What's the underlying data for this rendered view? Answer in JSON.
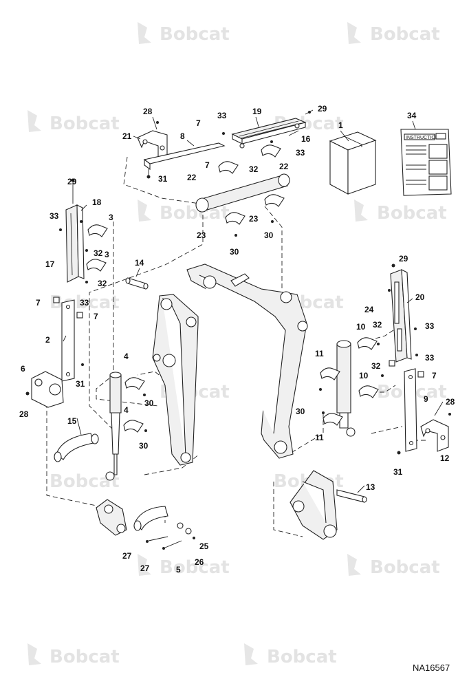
{
  "watermark": {
    "text": "Bobcat"
  },
  "diagram_code": "NA16567",
  "instructions_label": "INSTRUCTIONS",
  "callouts": [
    "1",
    "2",
    "3",
    "3",
    "4",
    "4",
    "5",
    "6",
    "7",
    "7",
    "7",
    "7",
    "7",
    "8",
    "9",
    "10",
    "10",
    "11",
    "11",
    "12",
    "13",
    "14",
    "15",
    "16",
    "17",
    "18",
    "19",
    "20",
    "21",
    "22",
    "22",
    "23",
    "23",
    "24",
    "25",
    "26",
    "27",
    "27",
    "28",
    "28",
    "28",
    "29",
    "29",
    "29",
    "30",
    "30",
    "30",
    "30",
    "30",
    "31",
    "31",
    "31",
    "31",
    "32",
    "32",
    "32",
    "32",
    "32",
    "33",
    "33",
    "33",
    "33",
    "33",
    "33",
    "34"
  ]
}
